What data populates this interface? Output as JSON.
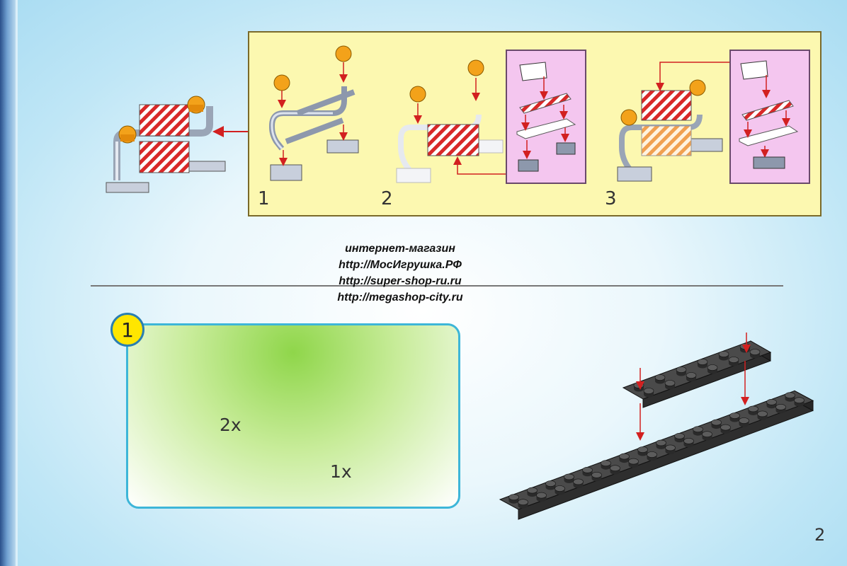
{
  "previous_step": {
    "substeps": [
      {
        "number": "1"
      },
      {
        "number": "2"
      },
      {
        "number": "3"
      }
    ]
  },
  "watermark": {
    "lines": [
      "интернет-магазин",
      "http://МосИгрушка.РФ",
      "http://super-shop-ru.ru",
      "http://megashop-city.ru"
    ]
  },
  "step": {
    "number": "1",
    "parts": [
      {
        "name": "dark-gray-plate-2x6",
        "quantity": "2x"
      },
      {
        "name": "dark-gray-plate-2x12",
        "quantity": "1x"
      }
    ]
  },
  "page_number": "2",
  "colors": {
    "background": "#bfe6f6",
    "subpanel": "#fcf8b0",
    "inset": "#f4c6ef",
    "parts_box": "#8fd64a",
    "parts_border": "#3db6d8",
    "badge": "#ffe600",
    "arrow": "#d22020",
    "plate": "#3a3a3a"
  }
}
